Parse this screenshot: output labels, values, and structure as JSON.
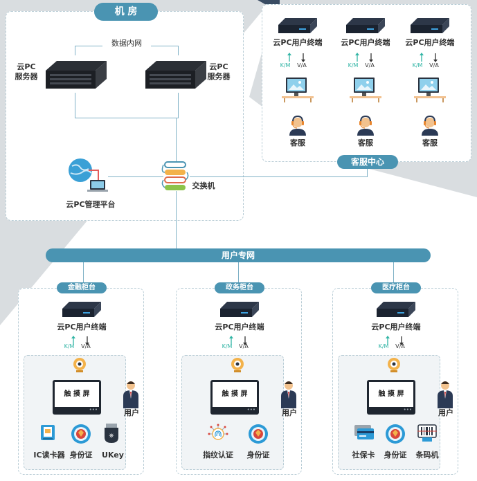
{
  "machine_room": {
    "title": "机 房",
    "intranet_label": "数据内网",
    "server_label_left": [
      "云PC",
      "服务器"
    ],
    "server_label_right": [
      "云PC",
      "服务器"
    ],
    "mgmt_label": "云PC管理平台",
    "switch_label": "交换机"
  },
  "service_center": {
    "title": "客服中心",
    "terminal_label": "云PC用户终端",
    "km": "K/M",
    "va": "V/A",
    "agent_label": "客服"
  },
  "network": {
    "label": "用户专网"
  },
  "counters": [
    {
      "title": "金融柜台",
      "terminal_label": "云PC用户终端",
      "km": "K/M",
      "va": "V/A",
      "screen": "触 摸 屏",
      "user": "用户",
      "devices": [
        "IC读卡器",
        "身份证",
        "UKey"
      ]
    },
    {
      "title": "政务柜台",
      "terminal_label": "云PC用户终端",
      "km": "K/M",
      "va": "V/A",
      "screen": "触 摸 屏",
      "user": "用户",
      "devices": [
        "指纹认证",
        "身份证"
      ]
    },
    {
      "title": "医疗柜台",
      "terminal_label": "云PC用户终端",
      "km": "K/M",
      "va": "V/A",
      "screen": "触 摸 屏",
      "user": "用户",
      "devices": [
        "社保卡",
        "身份证",
        "条码机"
      ]
    }
  ],
  "colors": {
    "accent": "#4a94b2",
    "line": "#7fb1c6",
    "km_arrow": "#2fb4a4",
    "bg_gray": "#d9dde0",
    "dark_corner": "#3a4c63"
  }
}
